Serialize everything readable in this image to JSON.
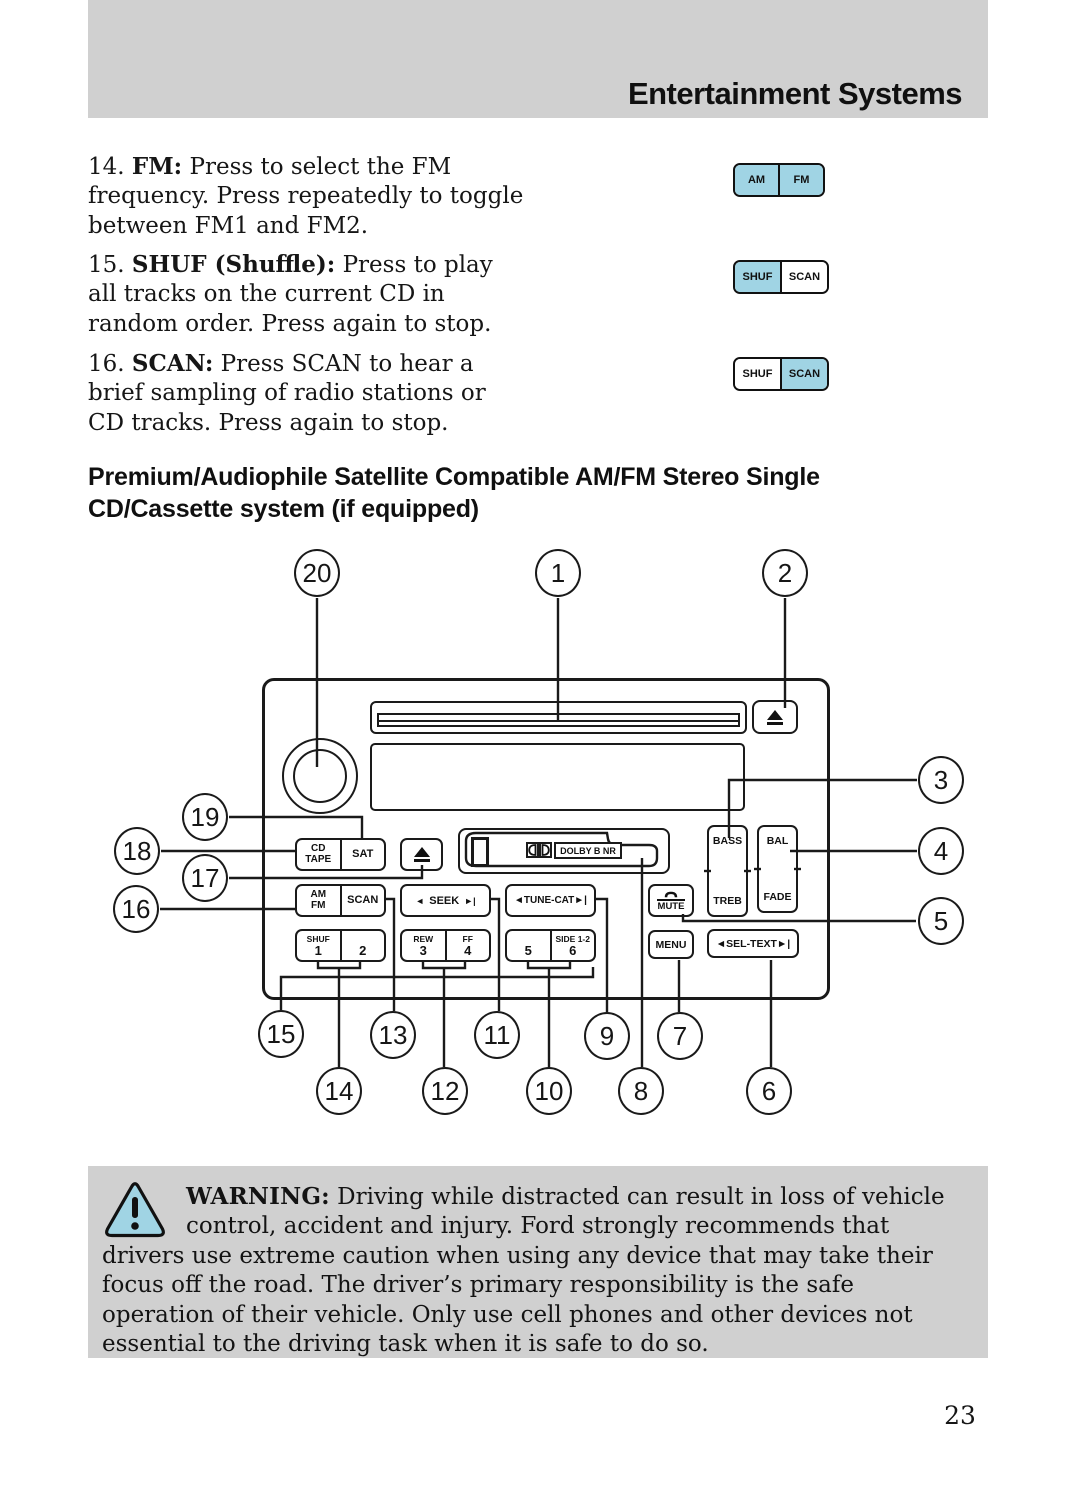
{
  "header": {
    "title": "Entertainment Systems"
  },
  "items": [
    {
      "num": "14. ",
      "bold": "FM:",
      "rest": " Press to select the FM frequency. Press repeatedly to toggle between FM1 and FM2."
    },
    {
      "num": "15. ",
      "bold": "SHUF (Shuffle):",
      "rest": " Press to play all tracks on the current CD in random order. Press again to stop."
    },
    {
      "num": "16. ",
      "bold": "SCAN:",
      "rest": " Press SCAN to hear a brief sampling of radio stations or CD tracks. Press again to stop."
    }
  ],
  "button_illustrations": [
    {
      "left": "AM",
      "right": "FM",
      "left_active": true,
      "right_active": true
    },
    {
      "left": "SHUF",
      "right": "SCAN",
      "left_active": true,
      "right_active": false
    },
    {
      "left": "SHUF",
      "right": "SCAN",
      "left_active": false,
      "right_active": true
    }
  ],
  "section_heading": "Premium/Audiophile Satellite Compatible AM/FM Stereo Single CD/Cassette system (if equipped)",
  "unit": {
    "cd": "CD",
    "tape": "TAPE",
    "sat": "SAT",
    "am": "AM",
    "fm": "FM",
    "scan": "SCAN",
    "seek_left": "◄",
    "seek": "SEEK",
    "seek_right": "►|",
    "tune_cat": "◄TUNE-CAT►|",
    "mute": "MUTE",
    "menu": "MENU",
    "bass": "BASS",
    "treb": "TREB",
    "bal": "BAL",
    "fade": "FADE",
    "sel_text": "◄SEL-TEXT►|",
    "dolby_label": "DOLBY B NR",
    "presets": [
      {
        "label": "SHUF",
        "num": "1"
      },
      {
        "label": "",
        "num": "2"
      },
      {
        "label": "REW",
        "num": "3"
      },
      {
        "label": "FF",
        "num": "4"
      },
      {
        "label": "",
        "num": "5"
      },
      {
        "label": "SIDE 1-2",
        "num": "6"
      }
    ]
  },
  "callouts": {
    "c1": "1",
    "c2": "2",
    "c3": "3",
    "c4": "4",
    "c5": "5",
    "c6": "6",
    "c7": "7",
    "c8": "8",
    "c9": "9",
    "c10": "10",
    "c11": "11",
    "c12": "12",
    "c13": "13",
    "c14": "14",
    "c15": "15",
    "c16": "16",
    "c17": "17",
    "c18": "18",
    "c19": "19",
    "c20": "20"
  },
  "warning": {
    "label": "WARNING:",
    "text": " Driving while distracted can result in loss of vehicle control, accident and injury. Ford strongly recommends that drivers use extreme caution when using any device that may take their focus off the road. The driver’s primary responsibility is the safe operation of their vehicle. Only use cell phones and other devices not essential to the driving task when it is safe to do so."
  },
  "page": {
    "number": "23"
  },
  "colors": {
    "accent_blue": "#a0d4e4",
    "panel_gray": "#d0d0d0",
    "line_black": "#1a1a1a"
  },
  "icons": {
    "eject": "eject-icon",
    "phone": "phone-handset-icon",
    "warning": "warning-triangle-icon",
    "dolby": "dolby-double-d-icon"
  }
}
